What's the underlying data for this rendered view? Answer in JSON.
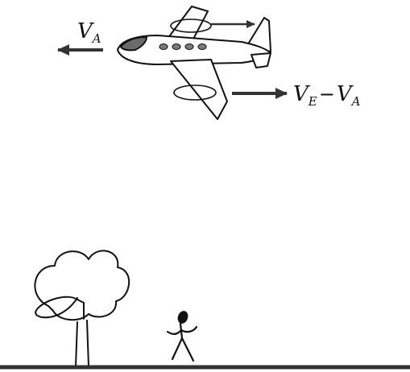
{
  "labels": {
    "velocity_airplane": {
      "symbol": "V",
      "subscript": "A"
    },
    "velocity_exhaust_relative": {
      "symbol1": "V",
      "subscript1": "E",
      "operator": "−",
      "symbol2": "V",
      "subscript2": "A"
    }
  },
  "colors": {
    "ink": "#111111",
    "airplane_fill": "#ffffff",
    "cockpit": "#6b6b6b",
    "windows": "#7a7a7a",
    "arrow": "#333333",
    "ground": "#333333"
  },
  "icons": {
    "airplane": "airplane-icon",
    "tree": "tree-icon",
    "person": "stick-figure-icon"
  }
}
